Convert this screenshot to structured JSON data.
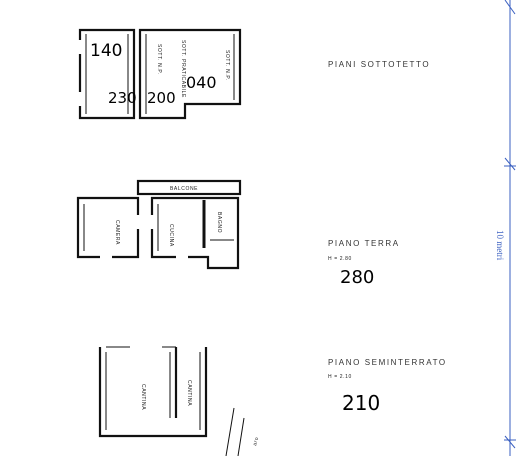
{
  "floors": {
    "attic": {
      "label": "PIANI  SOTTOTETTO",
      "room_label": "SOTT. PRATICABILE",
      "side_label": "SOTT. N.P.",
      "heights": [
        "140",
        "230",
        "200",
        "040"
      ]
    },
    "ground": {
      "label": "PIANO  TERRA",
      "sub_label": "H = 2.80",
      "height": "280",
      "rooms": [
        "BALCONE",
        "CAMERA",
        "CUCINA",
        "BAGNO"
      ]
    },
    "basement": {
      "label": "PIANO  SEMINTERRATO",
      "sub_label": "H = 2.10",
      "height": "210",
      "rooms": [
        "CANTINA",
        "CANTINA"
      ]
    }
  },
  "scale_label": "10 metri",
  "street_label": "aro"
}
